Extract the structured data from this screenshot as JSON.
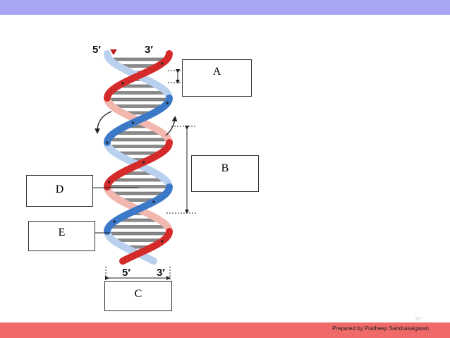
{
  "labels": {
    "a": "A",
    "b": "B",
    "c": "C",
    "d": "D",
    "e": "E"
  },
  "strand_ends": {
    "top_left": "5′",
    "top_right": "3′",
    "bottom_left": "5′",
    "bottom_right": "3′"
  },
  "footer": {
    "credit": "Prepared by Pratheep Sandrasaigaran",
    "page_number": "92"
  },
  "colors": {
    "top_bar": "#a6a6f5",
    "bottom_bar": "#f06a6a",
    "strand_red": "#d42a2a",
    "strand_blue": "#3b78c8",
    "base_pair": "#8a8a8a"
  }
}
